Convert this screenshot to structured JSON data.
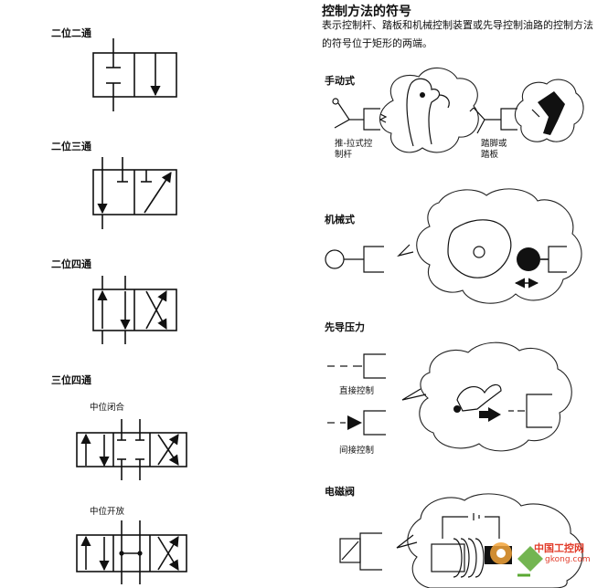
{
  "left": {
    "two_pos_two_way": "二位二通",
    "two_pos_three_way": "二位三通",
    "two_pos_four_way": "二位四通",
    "three_pos_four_way": "三位四通",
    "center_closed": "中位闭合",
    "center_open": "中位开放"
  },
  "right": {
    "title": "控制方法的符号",
    "description": "表示控制杆、踏板和机械控制装置或先导控制油路的控制方法的符号位于矩形的两端。",
    "manual": {
      "heading": "手动式",
      "lever_label": "推-拉式控制杆",
      "pedal_label": "踏脚或踏板"
    },
    "mechanical": {
      "heading": "机械式"
    },
    "pilot": {
      "heading": "先导压力",
      "direct_label": "直接控制",
      "indirect_label": "间接控制"
    },
    "solenoid": {
      "heading": "电磁阀"
    }
  },
  "watermark": {
    "main": "中国工控网",
    "url": "gkong.com"
  },
  "colors": {
    "ink": "#111111",
    "watermark_red": "#e23c2a",
    "watermark_orange": "#f2a33a",
    "watermark_green": "#5aa832"
  }
}
